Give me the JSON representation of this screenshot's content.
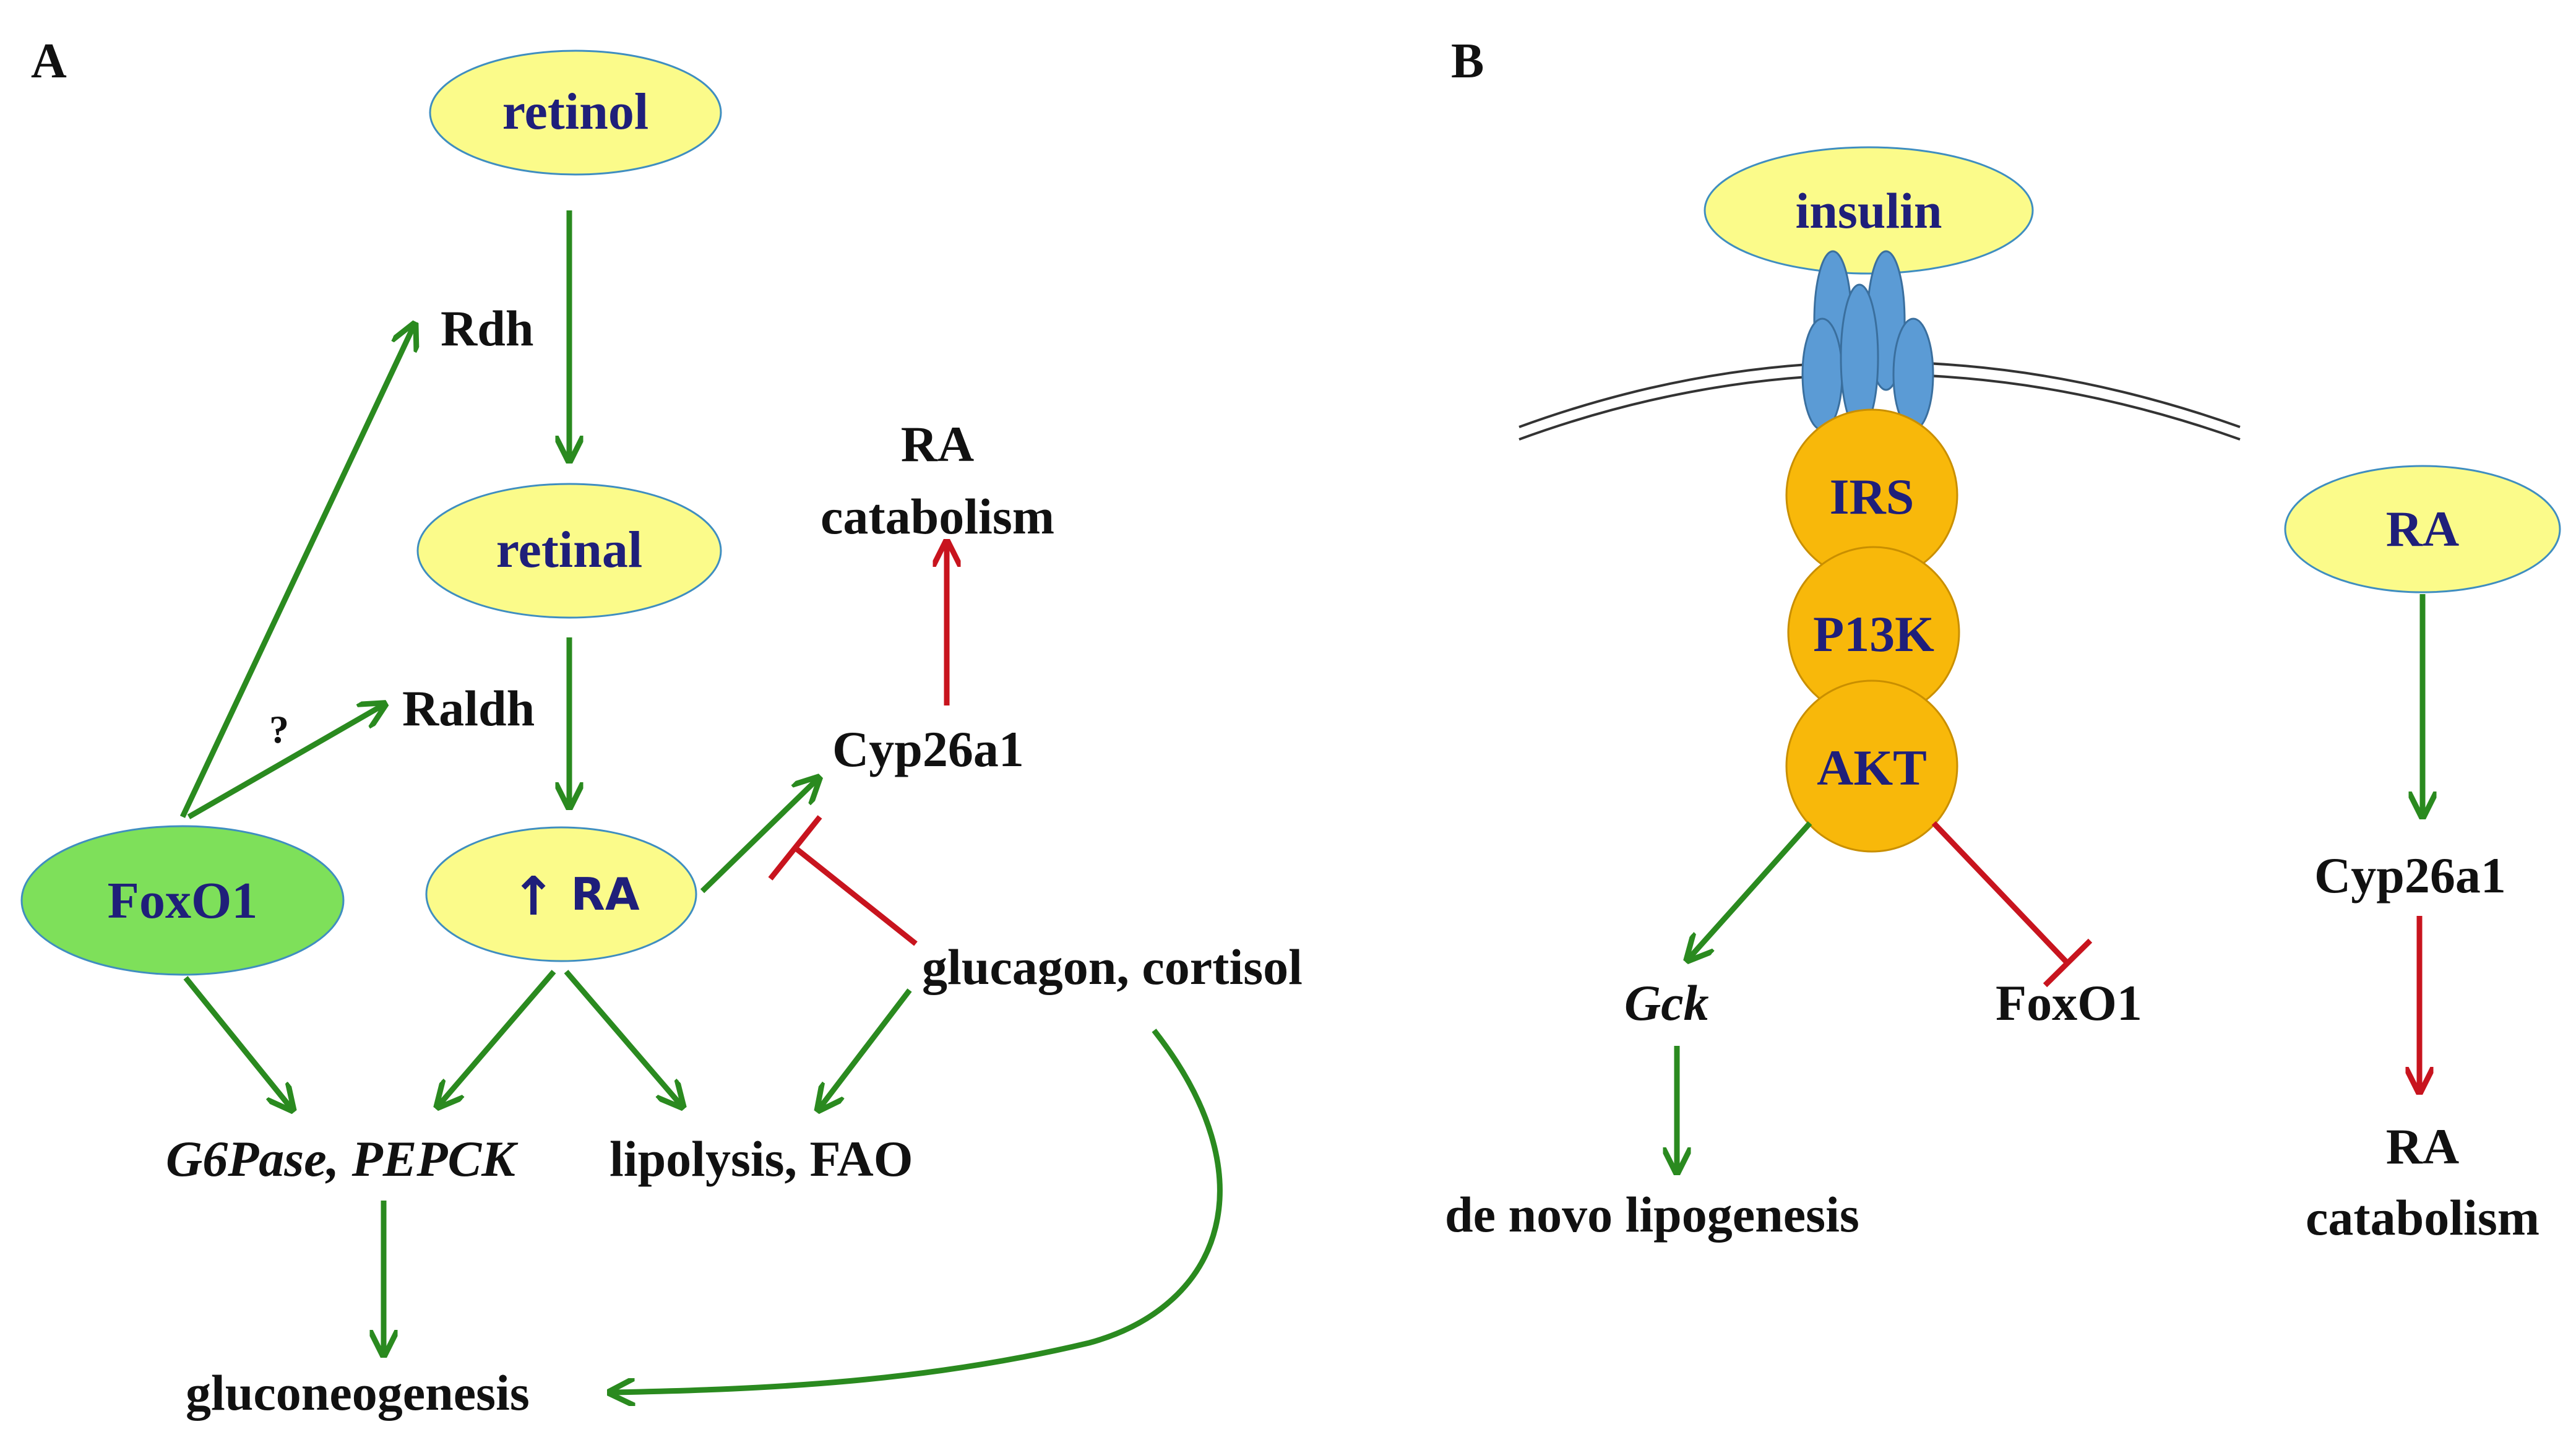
{
  "panelA": {
    "letter": "A",
    "nodes": {
      "retinol": "retinol",
      "retinal": "retinal",
      "ra": "RA",
      "ra_arrow": "↑",
      "foxo1": "FoxO1"
    },
    "labels": {
      "rdh": "Rdh",
      "raldh": "Raldh",
      "question": "?",
      "cyp26a1": "Cyp26a1",
      "ra_catabolism_1": "RA",
      "ra_catabolism_2": "catabolism",
      "glucagon_cortisol": "glucagon, cortisol",
      "g6pase_pepck": "G6Pase, PEPCK",
      "lipolysis_fao": "lipolysis, FAO",
      "gluconeogenesis": "gluconeogenesis"
    }
  },
  "panelB": {
    "letter": "B",
    "nodes": {
      "insulin": "insulin",
      "irs": "IRS",
      "p13k": "P13K",
      "akt": "AKT",
      "ra": "RA"
    },
    "labels": {
      "gck": "Gck",
      "foxo1": "FoxO1",
      "de_novo_lipogenesis": "de novo lipogenesis",
      "cyp26a1": "Cyp26a1",
      "ra_catabolism_1": "RA",
      "ra_catabolism_2": "catabolism"
    }
  },
  "colors": {
    "activation": "#2a8a1f",
    "inhibition": "#c8141e",
    "metabolite_fill": "#fbfb8a",
    "foxo1_fill": "#7ee05a",
    "signaling_fill": "#f8b80a",
    "receptor_fill": "#5b9bd5",
    "node_text": "#1f1f7a"
  }
}
